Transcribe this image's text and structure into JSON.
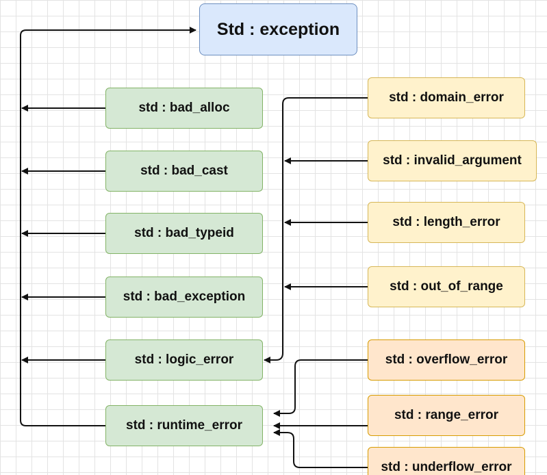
{
  "root": {
    "label": "Std : exception"
  },
  "left_column": [
    {
      "label": "std : bad_alloc"
    },
    {
      "label": "std : bad_cast"
    },
    {
      "label": "std : bad_typeid"
    },
    {
      "label": "std : bad_exception"
    },
    {
      "label": "std : logic_error"
    },
    {
      "label": "std : runtime_error"
    }
  ],
  "logic_children": [
    {
      "label": "std : domain_error"
    },
    {
      "label": "std : invalid_argument"
    },
    {
      "label": "std : length_error"
    },
    {
      "label": "std : out_of_range"
    }
  ],
  "runtime_children": [
    {
      "label": "std : overflow_error"
    },
    {
      "label": "std : range_error"
    },
    {
      "label": "std : underflow_error"
    }
  ],
  "colors": {
    "root_fill": "#dae8fc",
    "root_stroke": "#6c8ebf",
    "std_fill": "#d5e8d4",
    "std_stroke": "#82b366",
    "logic_fill": "#fff2cc",
    "logic_stroke": "#d6b656",
    "runtime_fill": "#ffe6cc",
    "runtime_stroke": "#d79b00",
    "connector": "#111111"
  }
}
